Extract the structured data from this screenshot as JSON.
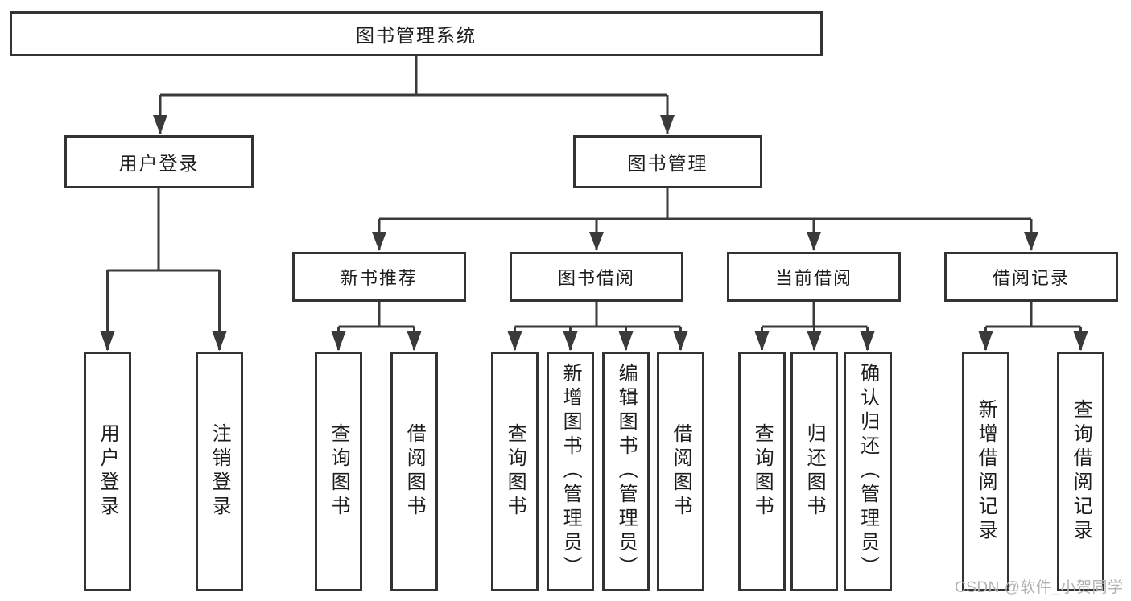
{
  "diagram": {
    "root": {
      "label": "图书管理系统"
    },
    "children": [
      {
        "label": "用户登录",
        "children": [
          {
            "label": "用户登录"
          },
          {
            "label": "注销登录"
          }
        ]
      },
      {
        "label": "图书管理",
        "children": [
          {
            "label": "新书推荐",
            "children": [
              {
                "label": "查询图书"
              },
              {
                "label": "借阅图书"
              }
            ]
          },
          {
            "label": "图书借阅",
            "children": [
              {
                "label": "查询图书"
              },
              {
                "label": "新增图书（管理员）"
              },
              {
                "label": "编辑图书（管理员）"
              },
              {
                "label": "借阅图书"
              }
            ]
          },
          {
            "label": "当前借阅",
            "children": [
              {
                "label": "查询图书"
              },
              {
                "label": "归还图书"
              },
              {
                "label": "确认归还（管理员）"
              }
            ]
          },
          {
            "label": "借阅记录",
            "children": [
              {
                "label": "新增借阅记录"
              },
              {
                "label": "查询借阅记录"
              }
            ]
          }
        ]
      }
    ]
  },
  "watermark": "CSDN @软件_小贺同学",
  "colors": {
    "line": "#3a3a3a",
    "box_border": "#333333",
    "text": "#1d1d1d",
    "background": "#ffffff",
    "watermark": "#b3b3b3"
  }
}
